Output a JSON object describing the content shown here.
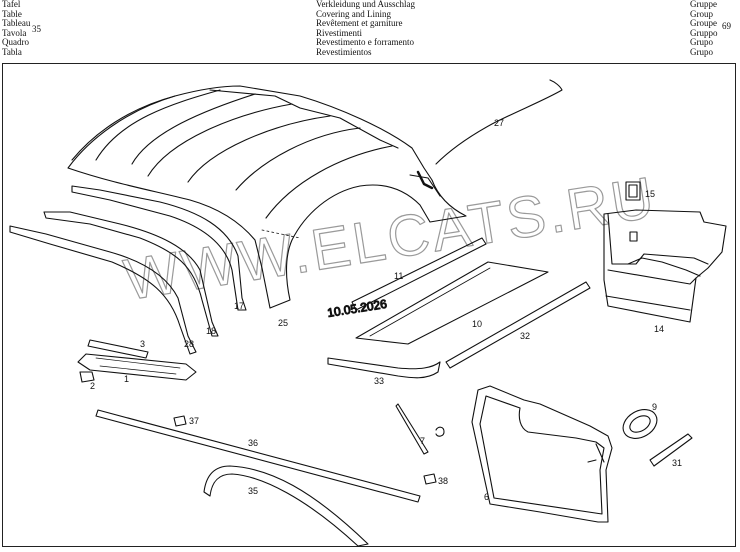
{
  "header": {
    "left_lines": [
      "Tafel",
      "Table",
      "Tableau",
      "Tavola",
      "Quadro",
      "Tabla"
    ],
    "table_number": "35",
    "middle_lines": [
      "Verkleidung und Ausschlag",
      "Covering and Lining",
      "Revêtement et garniture",
      "Rivestimenti",
      "Revestimento e forramento",
      "Revestimientos"
    ],
    "right_lines": [
      "Gruppe",
      "Group",
      "Groupe",
      "Gruppo",
      "Grupo",
      "Grupo"
    ],
    "group_number": "69"
  },
  "watermark": {
    "text": "WWW.ELCATS.RU",
    "date": "10.05.2026"
  },
  "parts": {
    "p1": "1",
    "p2": "2",
    "p3": "3",
    "p6": "6",
    "p7": "7",
    "p9": "9",
    "p10": "10",
    "p11": "11",
    "p14": "14",
    "p15": "15",
    "p17": "17",
    "p18": "18",
    "p25": "25",
    "p27": "27",
    "p28": "28",
    "p31": "31",
    "p32": "32",
    "p33": "33",
    "p35": "35",
    "p36": "36",
    "p37": "37",
    "p38": "38"
  },
  "colors": {
    "line": "#111111",
    "watermark": "#9a9a9a"
  }
}
